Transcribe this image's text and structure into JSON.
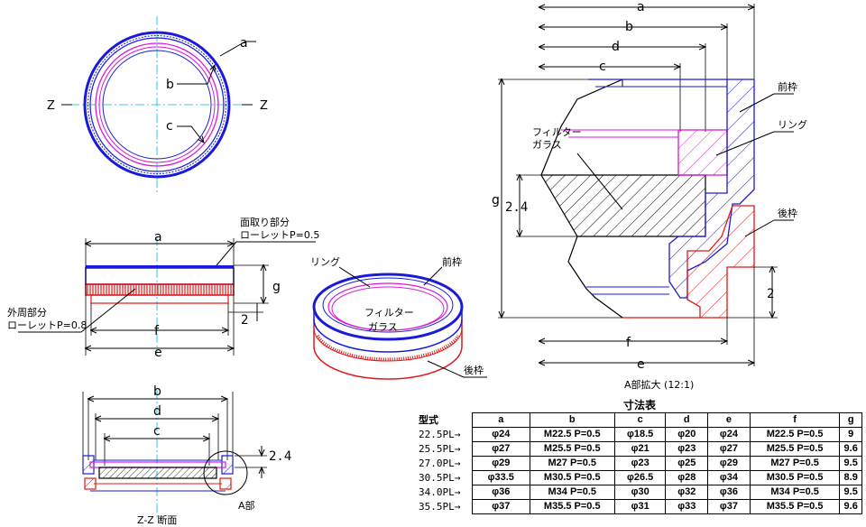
{
  "labels": {
    "a": "a",
    "b": "b",
    "c": "c",
    "d": "d",
    "e": "e",
    "f": "f",
    "g": "g",
    "z": "Z",
    "dim_2": "2",
    "dim_2_4": "2.4",
    "chamfer_knurl": "面取り部分",
    "chamfer_pitch": "ローレットP=0.5",
    "outer_knurl": "外周部分",
    "outer_pitch": "ローレットP=0.8",
    "ring": "リング",
    "front_frame": "前枠",
    "rear_frame": "後枠",
    "filter_glass_1": "フィルター",
    "filter_glass_2": "ガラス",
    "section_title": "Z-Z 断面",
    "detail_a": "A部",
    "detail_title": "A部拡大 (12:1)"
  },
  "table": {
    "title": "寸法表",
    "model_header": "型式",
    "columns": [
      "a",
      "b",
      "c",
      "d",
      "e",
      "f",
      "g"
    ],
    "rows": [
      {
        "model": "22.5PL→",
        "values": [
          "φ24",
          "M22.5 P=0.5",
          "φ18.5",
          "φ20",
          "φ24",
          "M22.5 P=0.5",
          "9"
        ]
      },
      {
        "model": "25.5PL→",
        "values": [
          "φ27",
          "M25.5 P=0.5",
          "φ21",
          "φ23",
          "φ27",
          "M25.5 P=0.5",
          "9.6"
        ]
      },
      {
        "model": "27.0PL→",
        "values": [
          "φ29",
          "M27 P=0.5",
          "φ23",
          "φ25",
          "φ29",
          "M27 P=0.5",
          "9.5"
        ]
      },
      {
        "model": "30.5PL→",
        "values": [
          "φ33.5",
          "M30.5 P=0.5",
          "φ26.5",
          "φ28",
          "φ34",
          "M30.5 P=0.5",
          "8.9"
        ]
      },
      {
        "model": "34.0PL→",
        "values": [
          "φ36",
          "M34 P=0.5",
          "φ30",
          "φ32",
          "φ36",
          "M34 P=0.5",
          "9.5"
        ]
      },
      {
        "model": "35.5PL→",
        "values": [
          "φ37",
          "M35.5 P=0.5",
          "φ31",
          "φ33",
          "φ37",
          "M35.5 P=0.5",
          "9.6"
        ]
      }
    ]
  },
  "colors": {
    "front": "#1a1adb",
    "rear": "#e01818",
    "ring": "#d81ad8",
    "center": "#00bcd4",
    "line": "#000000"
  }
}
